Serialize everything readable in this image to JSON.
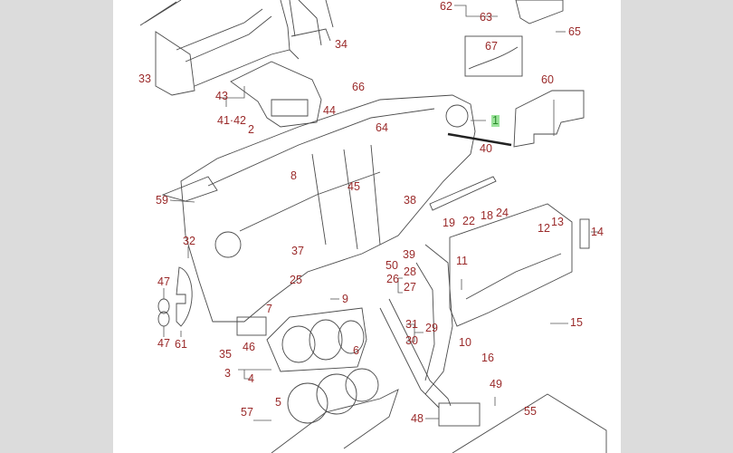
{
  "diagram": {
    "title": "Instrument panel parts diagram",
    "highlight_color": "#9be39b",
    "label_color": "#9a2a2a",
    "highlighted_part": "1",
    "labels": [
      {
        "id": "62",
        "text": "62"
      },
      {
        "id": "63",
        "text": "63"
      },
      {
        "id": "65",
        "text": "65"
      },
      {
        "id": "67",
        "text": "67"
      },
      {
        "id": "34",
        "text": "34"
      },
      {
        "id": "33",
        "text": "33"
      },
      {
        "id": "66",
        "text": "66"
      },
      {
        "id": "60",
        "text": "60"
      },
      {
        "id": "43",
        "text": "43"
      },
      {
        "id": "44",
        "text": "44"
      },
      {
        "id": "41-42",
        "text": "41·42"
      },
      {
        "id": "64",
        "text": "64"
      },
      {
        "id": "1",
        "text": "1"
      },
      {
        "id": "2",
        "text": "2"
      },
      {
        "id": "40",
        "text": "40"
      },
      {
        "id": "8",
        "text": "8"
      },
      {
        "id": "45",
        "text": "45"
      },
      {
        "id": "59",
        "text": "59"
      },
      {
        "id": "38",
        "text": "38"
      },
      {
        "id": "19",
        "text": "19"
      },
      {
        "id": "22",
        "text": "22"
      },
      {
        "id": "18",
        "text": "18"
      },
      {
        "id": "24",
        "text": "24"
      },
      {
        "id": "12",
        "text": "12"
      },
      {
        "id": "13",
        "text": "13"
      },
      {
        "id": "14",
        "text": "14"
      },
      {
        "id": "32",
        "text": "32"
      },
      {
        "id": "37",
        "text": "37"
      },
      {
        "id": "39",
        "text": "39"
      },
      {
        "id": "25",
        "text": "25"
      },
      {
        "id": "50",
        "text": "50"
      },
      {
        "id": "11",
        "text": "11"
      },
      {
        "id": "28",
        "text": "28"
      },
      {
        "id": "26",
        "text": "26"
      },
      {
        "id": "27",
        "text": "27"
      },
      {
        "id": "47a",
        "text": "47"
      },
      {
        "id": "9",
        "text": "9"
      },
      {
        "id": "7",
        "text": "7"
      },
      {
        "id": "15",
        "text": "15"
      },
      {
        "id": "31",
        "text": "31"
      },
      {
        "id": "29",
        "text": "29"
      },
      {
        "id": "47b",
        "text": "47"
      },
      {
        "id": "61",
        "text": "61"
      },
      {
        "id": "35",
        "text": "35"
      },
      {
        "id": "46",
        "text": "46"
      },
      {
        "id": "30",
        "text": "30"
      },
      {
        "id": "10",
        "text": "10"
      },
      {
        "id": "6",
        "text": "6"
      },
      {
        "id": "16",
        "text": "16"
      },
      {
        "id": "3",
        "text": "3"
      },
      {
        "id": "4",
        "text": "4"
      },
      {
        "id": "49",
        "text": "49"
      },
      {
        "id": "5",
        "text": "5"
      },
      {
        "id": "57",
        "text": "57"
      },
      {
        "id": "48",
        "text": "48"
      },
      {
        "id": "55",
        "text": "55"
      }
    ]
  }
}
